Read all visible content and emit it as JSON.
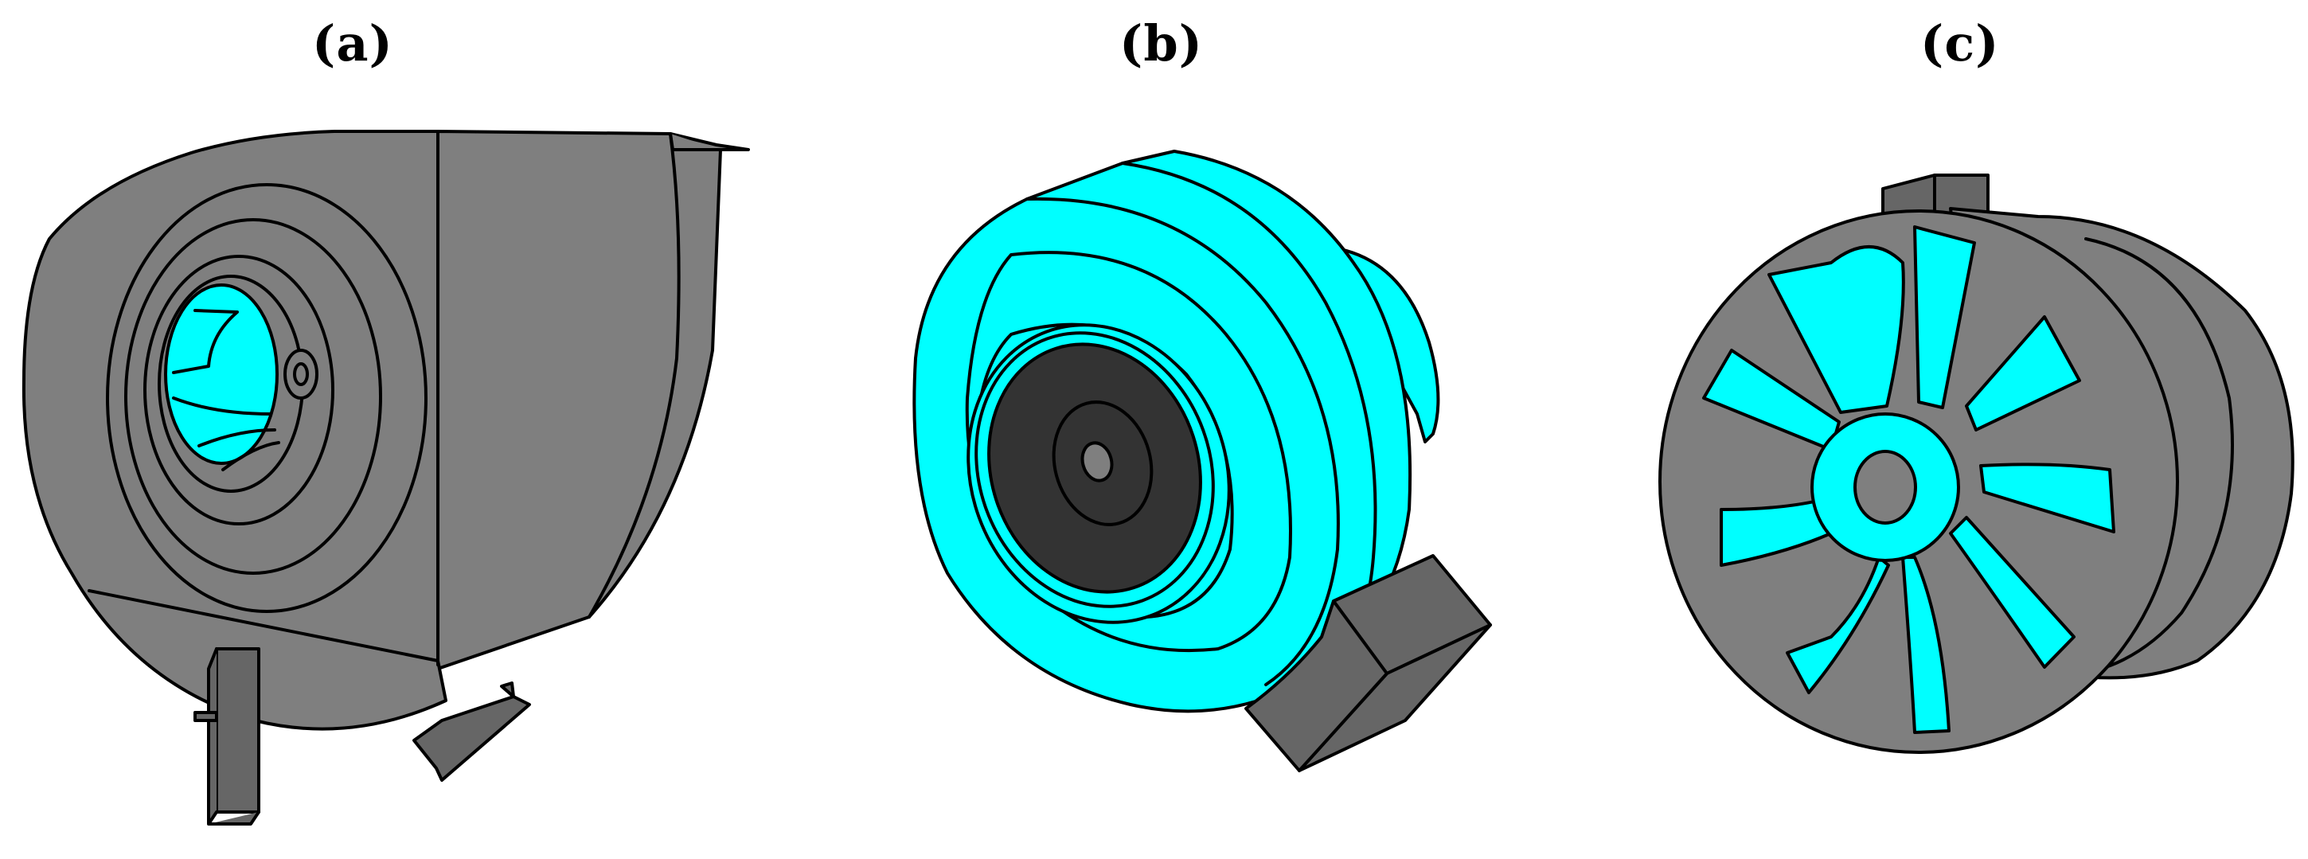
{
  "panels": [
    {
      "label": "(a)"
    },
    {
      "label": "(b)"
    },
    {
      "label": "(c)"
    }
  ],
  "colors": {
    "body_gray": "#7f7f7f",
    "dark_gray": "#666666",
    "cyan": "#00ffff",
    "hub_dark": "#333333",
    "outline": "#000000",
    "background": "#ffffff"
  }
}
